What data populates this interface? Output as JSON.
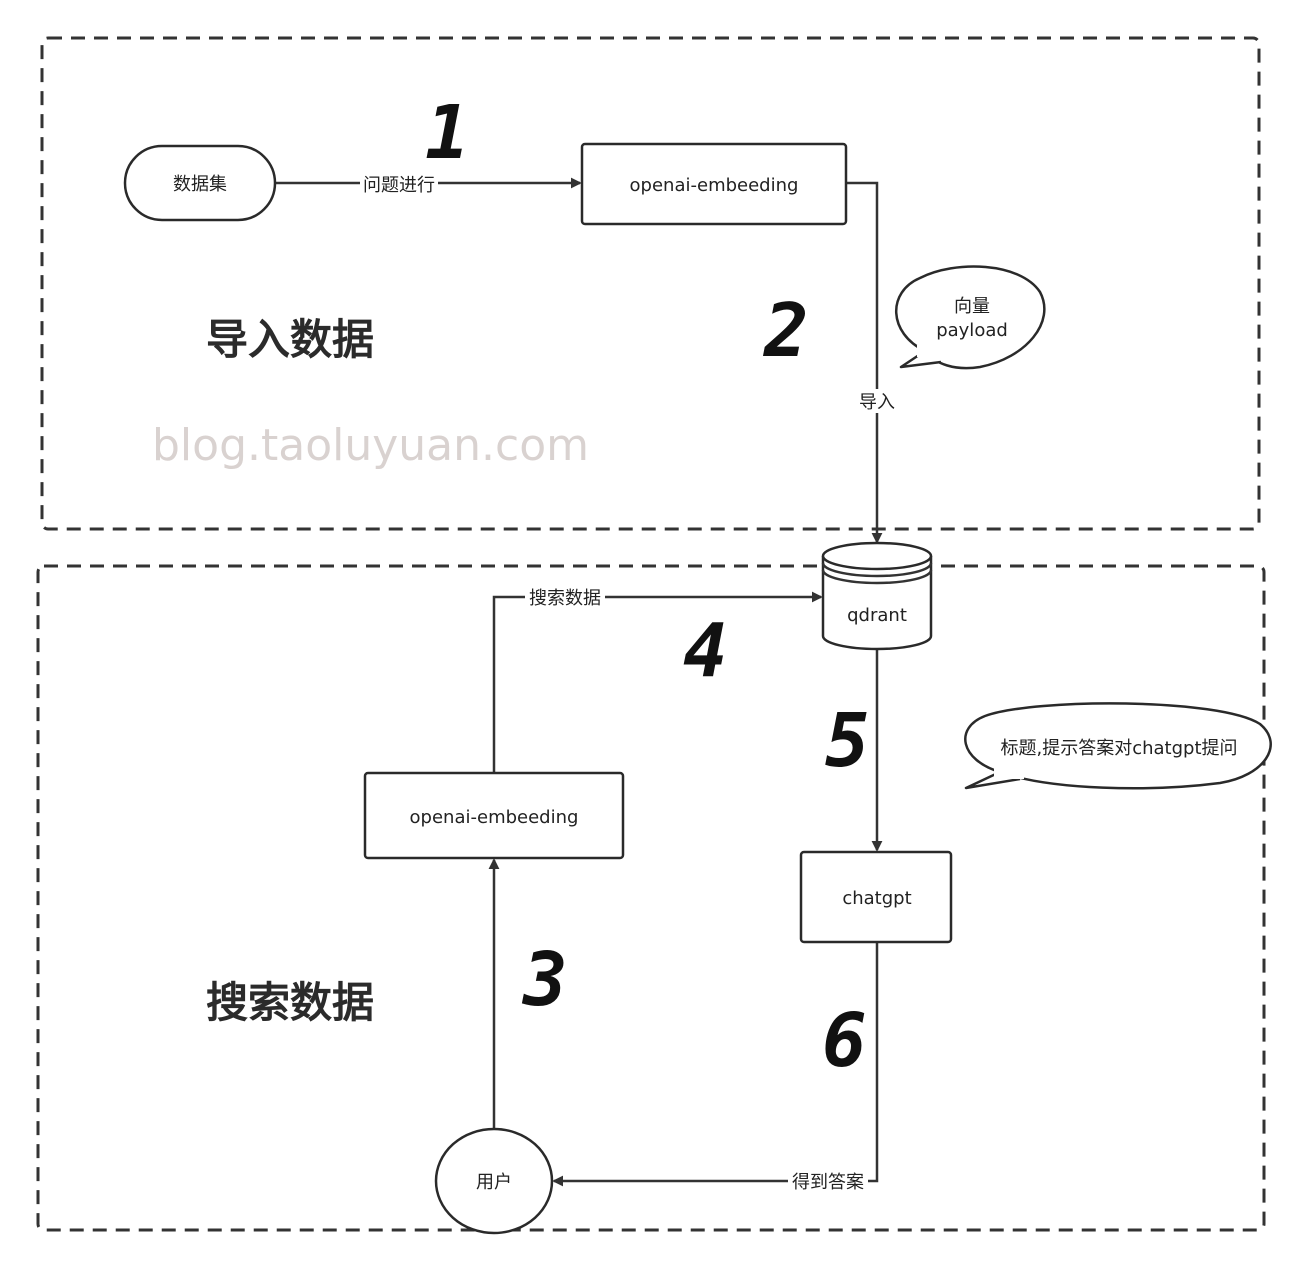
{
  "sections": {
    "import_title": "导入数据",
    "search_title": "搜索数据"
  },
  "watermark": "blog.taoluyuan.com",
  "nodes": {
    "dataset": "数据集",
    "embedding_top": "openai-embeeding",
    "qdrant": "qdrant",
    "embedding_bottom": "openai-embeeding",
    "chatgpt": "chatgpt",
    "user": "用户"
  },
  "callouts": {
    "vector_line1": "向量",
    "vector_line2": "payload",
    "prompt": "标题,提示答案对chatgpt提问"
  },
  "edge_labels": {
    "dataset_to_embedding": "问题进行",
    "embedding_to_qdrant": "导入",
    "embedding_to_qdrant_search": "搜索数据",
    "chatgpt_to_user": "得到答案"
  },
  "steps": [
    "1",
    "2",
    "3",
    "4",
    "5",
    "6"
  ]
}
